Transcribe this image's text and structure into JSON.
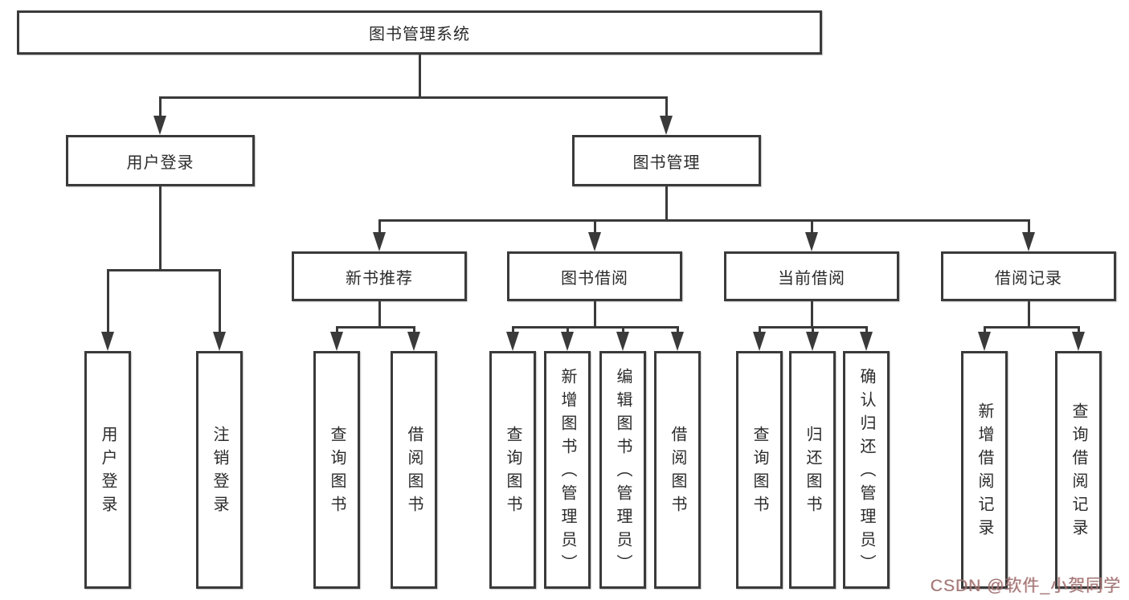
{
  "diagram": {
    "title": "图书管理系统",
    "watermark": "CSDN @软件_小贺同学",
    "colors": {
      "line": "#3a3a3a",
      "box_border": "#3a3a3a",
      "text": "#2b2b2b",
      "background": "#ffffff",
      "watermark": "#b07878"
    },
    "nodes": [
      {
        "id": "root",
        "label": "图书管理系统",
        "parent": null,
        "orientation": "horizontal"
      },
      {
        "id": "user-login",
        "label": "用户登录",
        "parent": "root",
        "orientation": "horizontal"
      },
      {
        "id": "book-mgmt",
        "label": "图书管理",
        "parent": "root",
        "orientation": "horizontal"
      },
      {
        "id": "new-book-rec",
        "label": "新书推荐",
        "parent": "book-mgmt",
        "orientation": "horizontal"
      },
      {
        "id": "book-borrow",
        "label": "图书借阅",
        "parent": "book-mgmt",
        "orientation": "horizontal"
      },
      {
        "id": "current-borrow",
        "label": "当前借阅",
        "parent": "book-mgmt",
        "orientation": "horizontal"
      },
      {
        "id": "borrow-record",
        "label": "借阅记录",
        "parent": "book-mgmt",
        "orientation": "horizontal"
      },
      {
        "id": "leaf-user-login",
        "label": "用户登录",
        "parent": "user-login",
        "orientation": "vertical"
      },
      {
        "id": "leaf-logout",
        "label": "注销登录",
        "parent": "user-login",
        "orientation": "vertical"
      },
      {
        "id": "leaf-query-books-1",
        "label": "查询图书",
        "parent": "new-book-rec",
        "orientation": "vertical"
      },
      {
        "id": "leaf-borrow-books-1",
        "label": "借阅图书",
        "parent": "new-book-rec",
        "orientation": "vertical"
      },
      {
        "id": "leaf-query-books-2",
        "label": "查询图书",
        "parent": "book-borrow",
        "orientation": "vertical"
      },
      {
        "id": "leaf-add-book",
        "label": "新增图书（管理员）",
        "parent": "book-borrow",
        "orientation": "vertical"
      },
      {
        "id": "leaf-edit-book",
        "label": "编辑图书（管理员）",
        "parent": "book-borrow",
        "orientation": "vertical"
      },
      {
        "id": "leaf-borrow-books-2",
        "label": "借阅图书",
        "parent": "book-borrow",
        "orientation": "vertical"
      },
      {
        "id": "leaf-query-books-3",
        "label": "查询图书",
        "parent": "current-borrow",
        "orientation": "vertical"
      },
      {
        "id": "leaf-return-book",
        "label": "归还图书",
        "parent": "current-borrow",
        "orientation": "vertical"
      },
      {
        "id": "leaf-confirm-return",
        "label": "确认归还（管理员）",
        "parent": "current-borrow",
        "orientation": "vertical"
      },
      {
        "id": "leaf-add-record",
        "label": "新增借阅记录",
        "parent": "borrow-record",
        "orientation": "vertical"
      },
      {
        "id": "leaf-query-record",
        "label": "查询借阅记录",
        "parent": "borrow-record",
        "orientation": "vertical"
      }
    ]
  }
}
